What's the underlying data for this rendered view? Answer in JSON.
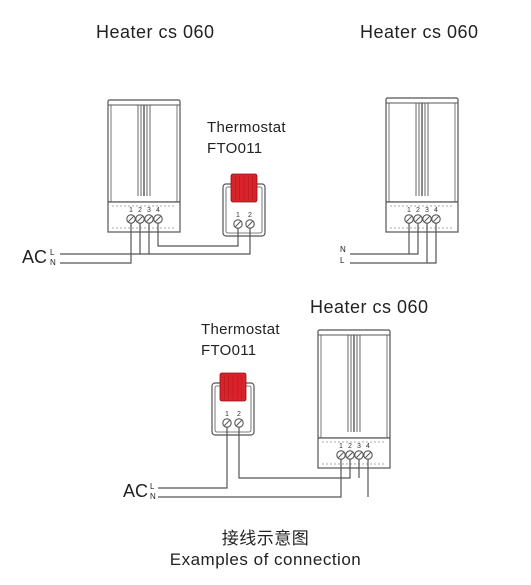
{
  "labels": {
    "heater_left": "Heater cs 060",
    "heater_right": "Heater cs 060",
    "heater_bottom": "Heater cs 060",
    "thermostat_top": "Thermostat",
    "thermostat_top_model": "FTO011",
    "thermostat_bottom": "Thermostat",
    "thermostat_bottom_model": "FTO011",
    "ac_top": "AC",
    "ac_bottom": "AC",
    "line_L": "L",
    "line_N": "N",
    "right_N": "N",
    "right_L": "L"
  },
  "terminals": {
    "heater": [
      "1",
      "2",
      "3",
      "4"
    ],
    "thermostat": [
      "1",
      "2"
    ]
  },
  "caption": {
    "chinese": "接线示意图",
    "english": "Examples of connection"
  },
  "colors": {
    "line": "#555555",
    "thermostat_knob": "#d8232a"
  }
}
